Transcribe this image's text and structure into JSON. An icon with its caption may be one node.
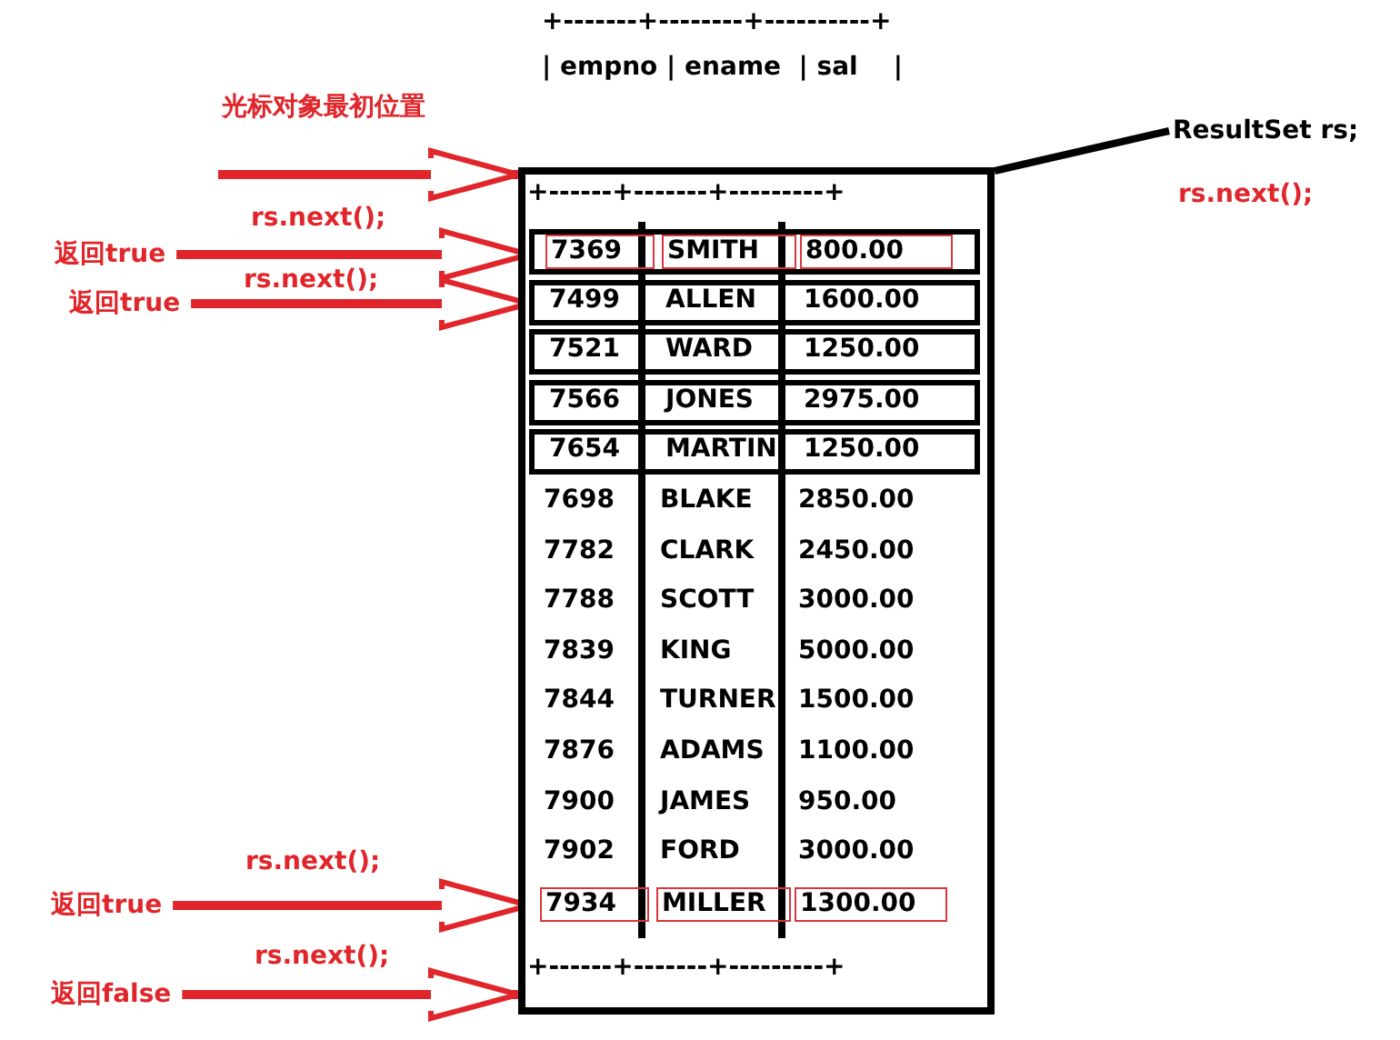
{
  "diagram": {
    "nodes": [
      {
        "text": [],
        "shape": "box"
      },
      {
        "text": [
          "7369",
          "SMITH",
          "800.00"
        ],
        "in": 0
      },
      {
        "text": [
          "7499",
          "ALLEN",
          "1600.00"
        ],
        "in": 0
      },
      {
        "text": [
          "7521",
          "WARD",
          "1250.00"
        ],
        "in": 0
      },
      {
        "text": [
          "7566",
          "JONES",
          "2975.00"
        ],
        "in": 0
      },
      {
        "text": [
          "7654",
          "MARTIN",
          "1250.00"
        ],
        "in": 0
      },
      {
        "text": [
          "7698",
          "BLAKE",
          "2850.00"
        ],
        "in": 0
      },
      {
        "text": [
          "7782",
          "CLARK",
          "2450.00"
        ],
        "in": 0
      },
      {
        "text": [
          "7788",
          "SCOTT",
          "3000.00"
        ],
        "in": 0
      },
      {
        "text": [
          "7839",
          "KING",
          "5000.00"
        ],
        "in": 0
      },
      {
        "text": [
          "7844",
          "TURNER",
          "1500.00"
        ],
        "in": 0
      },
      {
        "text": [
          "7876",
          "ADAMS",
          "1100.00"
        ],
        "in": 0
      },
      {
        "text": [
          "7900",
          "JAMES",
          "950.00"
        ],
        "in": 0
      },
      {
        "text": [
          "7902",
          "FORD",
          "3000.00"
        ],
        "in": 0
      },
      {
        "text": [
          "7934",
          "MILLER",
          "1300.00"
        ],
        "in": 0
      },
      {
        "text": [
          "ResultSet rs;"
        ]
      },
      {
        "text": [
          "返回true"
        ]
      },
      {
        "text": [
          "返回true"
        ]
      },
      {
        "text": [
          "返回true"
        ]
      },
      {
        "text": [
          "返回false"
        ]
      }
    ],
    "edges": [
      {
        "from": null,
        "to": 0,
        "arrow": "to",
        "label": "光标对象最初位置"
      },
      {
        "from": 16,
        "to": 1,
        "arrow": "to",
        "label": "rs.next();"
      },
      {
        "from": 17,
        "to": 2,
        "arrow": "to",
        "label": "rs.next();"
      },
      {
        "from": 18,
        "to": 14,
        "arrow": "to",
        "label": "rs.next();"
      },
      {
        "from": 19,
        "to": 0,
        "arrow": "to",
        "label": "rs.next();"
      },
      {
        "from": 15,
        "to": 0,
        "arrow": "none",
        "color": "#000000"
      }
    ],
    "labels": [
      "+-------+--------+----------+",
      "| empno | ename  | sal    |",
      "rs.next();",
      "+------+-------+---------+",
      "+------+-------+---------+"
    ]
  }
}
